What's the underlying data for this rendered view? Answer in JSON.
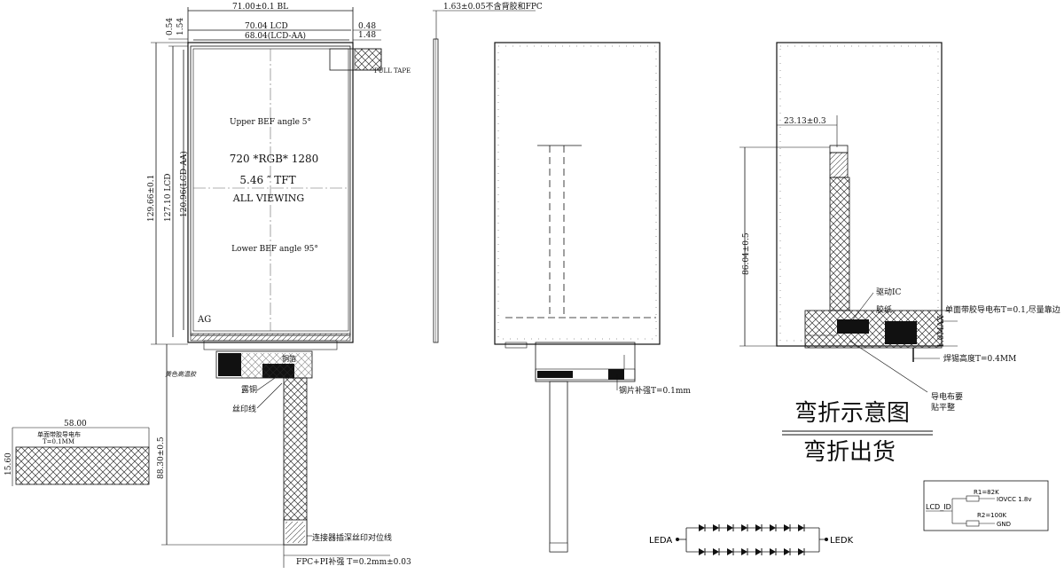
{
  "front_view": {
    "dim_bl": "71.00±0.1 BL",
    "dim_lcd_w": "70.04 LCD",
    "dim_lcd_aa_w": "68.04(LCD-AA)",
    "dim_048": "0.48",
    "dim_148": "1.48",
    "dim_054": "0.54",
    "dim_154": "1.54",
    "pull_tape": "PULL TAPE",
    "upper_bef": "Upper BEF angle 5°",
    "resolution": "720 *RGB* 1280",
    "size_tft": "5.46 ″ TFT",
    "all_viewing": "ALL VIEWING",
    "lower_bef": "Lower BEF angle 95°",
    "ag": "AG",
    "dim_total_h": "129.66±0.1",
    "dim_lcd_h": "127.10 LCD",
    "dim_lcd_aa_h": "120.96(LCD-AA)",
    "label_yellow_tape": "黄色高温胶",
    "label_exposed_copper": "露铜",
    "label_silkscreen": "丝印线",
    "label_cover": "铜箔",
    "dim_fpc_len": "88.30±0.5",
    "label_connector": "连接器插深丝印对位线",
    "label_fpc_stiffener": "FPC+PI补强 T=0.2mm±0.03"
  },
  "side_view": {
    "dim_thickness": "1.63±0.05不含背胶和FPC"
  },
  "back_view": {
    "label_steel": "钢片补强T=0.1mm"
  },
  "bend_view": {
    "dim_offset": "23.13±0.3",
    "dim_height": "86.04±0.5",
    "label_ic": "驱动IC",
    "label_tape": "胶纸",
    "label_cloth": "单面带胶导电布T=0.1,尽量靠边",
    "dim_max": "1.0MAX",
    "label_solder": "焊锡高度T=0.4MM",
    "label_conduct": "导电布要",
    "label_flat": "贴平整",
    "title_bend": "弯折示意图",
    "title_ship": "弯折出货"
  },
  "cloth_detail": {
    "dim_w": "58.00",
    "dim_h": "15.60",
    "label_line1": "单面带胶导电布",
    "label_line2": "T=0.1MM"
  },
  "led_circuit": {
    "leda": "LEDA",
    "ledk": "LEDK"
  },
  "resistor_circuit": {
    "lcd_id": "LCD_ID",
    "r1": "R1=82K",
    "r2": "R2=100K",
    "iovcc": "IOVCC 1.8v",
    "gnd": "GND"
  }
}
